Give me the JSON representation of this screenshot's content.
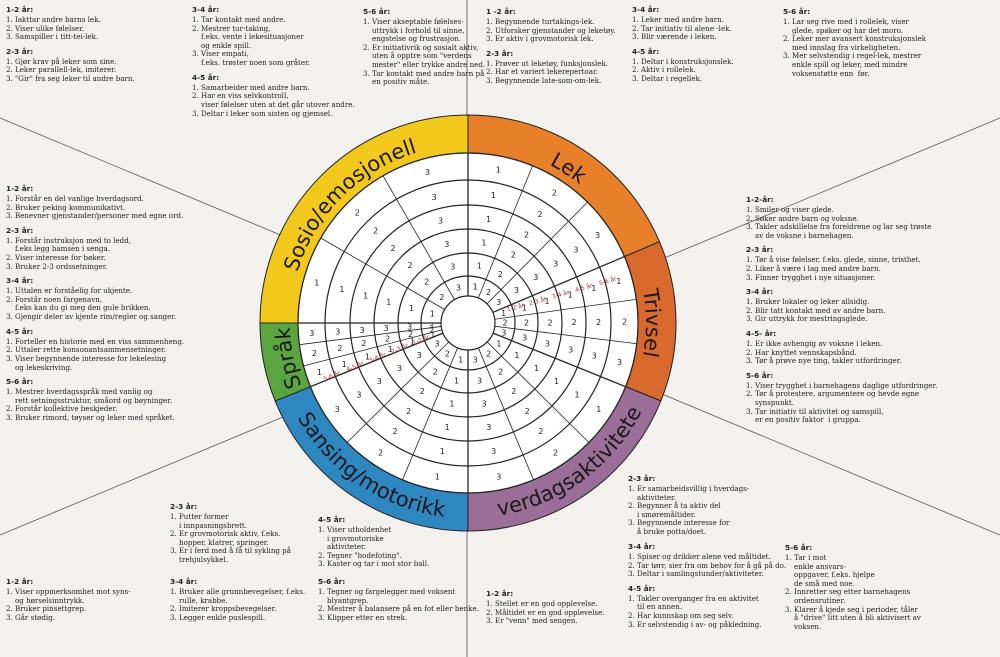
{
  "colors": {
    "sosio": "#f2c81d",
    "lek": "#e8802a",
    "trivsel": "#d9692c",
    "hverdag": "#9b6e98",
    "sansing": "#2f87c2",
    "sprak": "#5aa540",
    "line": "#222222"
  },
  "segments": [
    {
      "key": "sosio",
      "label": "Sosio/emosjonell"
    },
    {
      "key": "lek",
      "label": "Lek"
    },
    {
      "key": "trivsel",
      "label": "Trivsel"
    },
    {
      "key": "hverdag",
      "label": "Hverdagsaktiviteter"
    },
    {
      "key": "sansing",
      "label": "Sansing/motorikk"
    },
    {
      "key": "sprak",
      "label": "Språk"
    }
  ],
  "age_rings": [
    "1-2 år",
    "2-3 år",
    "3-4 år",
    "4-5 år",
    "5-6 år"
  ],
  "blocks": {
    "sosio_left": [
      {
        "h": "1-2 år:",
        "items": [
          "1. Iakttar andre barns lek.",
          "2. Viser ulike følelser.",
          "3. Samspiller i titt-tei-lek."
        ]
      },
      {
        "h": "2-3 år:",
        "items": [
          "1. Gjør krav på leker som sine.",
          "2. Leker parallell-lek, imiterer.",
          "3. \"Gir\" fra seg leker til andre barn."
        ]
      }
    ],
    "sosio_mid": [
      {
        "h": "3-4 år:",
        "items": [
          "1. Tar kontakt med andre.",
          "2. Mestrer tur-taking,",
          "    f.eks. vente i lekesituasjoner",
          "    og enkle spill.",
          "3. Viser empati,",
          "    f.eks. trøster noen som gråter."
        ]
      },
      {
        "h": "4-5 år:",
        "items": [
          "1. Samarbeider med andre barn.",
          "2. Har en viss selvkontroll,",
          "    viser følelser uten at det går utover andre.",
          "3. Deltar i leker som sisten og gjemsel."
        ]
      }
    ],
    "sosio_right": [
      {
        "h": "5-6 år:",
        "items": [
          "1. Viser akseptable følelses-",
          "    uttrykk i forhold til sinne,",
          "    engstelse og frustrasjon.",
          "2. Er initiativrik og sosialt aktiv,",
          "    uten å opptre som \"verdens",
          "    mester\" eller trykke andre ned.",
          "3. Tar kontakt med andre barn på",
          "    en positiv måte."
        ]
      }
    ],
    "lek_left": [
      {
        "h": "1 -2 år:",
        "items": [
          "1. Begynnende turtakings-lek.",
          "2. Utforsker gjenstander og leketøy.",
          "3. Er aktiv i grovmotorisk lek."
        ]
      },
      {
        "h": "2-3 år:",
        "items": [
          "1. Prøver ut leketøy, funksjonslek.",
          "2. Har et variert lekerepertoar.",
          "3. Begynnende late-som-om-lek."
        ]
      }
    ],
    "lek_mid": [
      {
        "h": "3-4 år:",
        "items": [
          "1. Leker med andre barn.",
          "2. Tar initiativ til alene -lek.",
          "3. Blir værende i leken."
        ]
      },
      {
        "h": "4-5 år:",
        "items": [
          "1. Deltar i konstruksjonslek.",
          "2. Aktiv i rollelek.",
          "3. Deltar i regellek."
        ]
      }
    ],
    "lek_right": [
      {
        "h": "5-6 år:",
        "items": [
          "1. Lar seg rive med i rollelek, viser",
          "    glede, spøker og har det moro.",
          "2. Leker mer avansert konstruksjonslek",
          "    med innslag fra virkeligheten.",
          "3. Mer selvstendig i regel-lek, mestrer",
          "    enkle spill og leker, med mindre",
          "    voksenstøtte enn  før."
        ]
      }
    ],
    "sprak": [
      {
        "h": "1-2 år:",
        "items": [
          "1. Forstår en del vanlige hverdagsord.",
          "2. Bruker peking kommunikativt.",
          "3. Benevner gjenstander/personer med egne ord."
        ]
      },
      {
        "h": "2-3 år:",
        "items": [
          "1. Forstår instruksjon med to ledd,",
          "    f.eks legg bamsen i senga.",
          "2. Viser interesse for bøker.",
          "3. Bruker 2-3 ordssetninger."
        ]
      },
      {
        "h": "3-4 år:",
        "items": [
          "1. Uttalen er forståelig for ukjente.",
          "2. Forstår noen fargenavn,",
          "    f.eks kan du gi meg den gule brikken.",
          "3. Gjengir deler av kjente rim/regler og sanger."
        ]
      },
      {
        "h": "4-5 år:",
        "items": [
          "1. Forteller en historie med en viss sammenheng.",
          "2. Uttaler rette konsonantsammensetninger.",
          "3. Viser begynnende interesse for lekelesing",
          "    og lekeskriving."
        ]
      },
      {
        "h": "5-6 år:",
        "items": [
          "1. Mestrer hverdagsspråk med vanlig og",
          "    rett setningsstruktur, småord og bøyninger.",
          "2. Forstår kollektive beskjeder.",
          "3. Bruker rimord, tøyser og leker med språket."
        ]
      }
    ],
    "trivsel": [
      {
        "h": "1-2-år:",
        "items": [
          "1. Smiler og viser glede.",
          "2. Søker andre barn og voksne.",
          "3. Takler adskillelse fra foreldrene og lar seg trøste",
          "    av de voksne i barnehagen."
        ]
      },
      {
        "h": "2-3 år:",
        "items": [
          "1. Tør å vise følelser, f.eks. glede, sinne, tristhet.",
          "2. Liker å være i lag med andre barn.",
          "3. Finner trygghet i nye situasjoner."
        ]
      },
      {
        "h": "3-4 år:",
        "items": [
          "1. Bruker lokaler og leker allsidig.",
          "2. Blir tatt kontakt med av andre barn.",
          "3. Gir uttrykk for mestringsglede."
        ]
      },
      {
        "h": "4-5- år:",
        "items": [
          "1. Er ikke avhengig av voksne i leken.",
          "2. Har knyttet vennskapsbånd.",
          "3. Tør å prøve nye ting, takler utfordringer."
        ]
      },
      {
        "h": "5-6 år:",
        "items": [
          "1. Viser trygghet i barnehagens daglige utfordringer.",
          "2. Tør å protestere, argumentere og hevde egne",
          "    synspunkt.",
          "3. Tar initiativ til aktivitet og samspill,",
          "    er en positiv faktor  i gruppa."
        ]
      }
    ],
    "hverdag_a": [
      {
        "h": "2-3 år:",
        "items": [
          "1. Er samarbeidsvillig i hverdags-",
          "    aktiviteter.",
          "2. Begynner å ta aktiv del",
          "    i smøremåltider.",
          "3. Begynnende interesse for",
          "    å bruke potta/doet."
        ]
      }
    ],
    "hverdag_b": [
      {
        "h": "3-4 år:",
        "items": [
          "1. Spiser og drikker alene ved måltidet.",
          "2. Tar tørr, sier fra om behov for å gå på do.",
          "3. Deltar i samlingstunder/aktiviteter."
        ]
      },
      {
        "h": "4-5 år:",
        "items": [
          "1. Takler overganger fra en aktivitet",
          "    til en annen.",
          "2. Har kunnskap om seg selv.",
          "3. Er selvstendig i av- og påkledning."
        ]
      }
    ],
    "hverdag_c": [
      {
        "h": "1-2 år:",
        "items": [
          "1. Stellet er en god opplevelse.",
          "2. Måltidet er en god opplevelse.",
          "3. Er \"venn\" med sengen."
        ]
      }
    ],
    "hverdag_d": [
      {
        "h": "5-6 år:",
        "items": [
          "1. Tar i mot",
          "    enkle ansvars-",
          "    oppgaver, f.eks. hjelpe",
          "    de små med noe.",
          "2. Innretter seg etter barnehagens",
          "    ordensrutiner.",
          "3. Klarer å kjede seg i perioder, tåler",
          "    å \"drive\" litt uten å bli aktivisert av",
          "    voksen."
        ]
      }
    ],
    "sansing_a": [
      {
        "h": "2-3 år:",
        "items": [
          "1. Putter former",
          "    i innpasningsbrett.",
          "2. Er grovmotorisk aktiv, f.eks.",
          "    hopper, klatrer, springer.",
          "3. Er i ferd med å få til sykling på",
          "    trehjulsykkel."
        ]
      }
    ],
    "sansing_b": [
      {
        "h": "4-5 år:",
        "items": [
          "1. Viser utholdenhet",
          "    i grovmotoriske",
          "    aktiviteter.",
          "2. Tegner \"hodefoting\".",
          "3. Kaster og tar i mot stor ball."
        ]
      }
    ],
    "sansing_c": [
      {
        "h": "1-2 år:",
        "items": [
          "1. Viser oppmerksomhet mot syns-",
          "    og hørselsinntrykk.",
          "2. Bruker pinsettgrep.",
          "3. Går stødig."
        ]
      }
    ],
    "sansing_d": [
      {
        "h": "3-4 år:",
        "items": [
          "1. Bruker alle grunnbevegelser, f.eks.",
          "    rulle, krabbe.",
          "2. Imiterer kroppsbevegelser.",
          "3. Legger enkle puslespill."
        ]
      }
    ],
    "sansing_e": [
      {
        "h": "5-6 år:",
        "items": [
          "1. Tegner og fargelegger med voksent",
          "    blyantgrep.",
          "2. Mestrer å balansere på en fot eller benke.",
          "3. Klipper etter en strek."
        ]
      }
    ]
  }
}
